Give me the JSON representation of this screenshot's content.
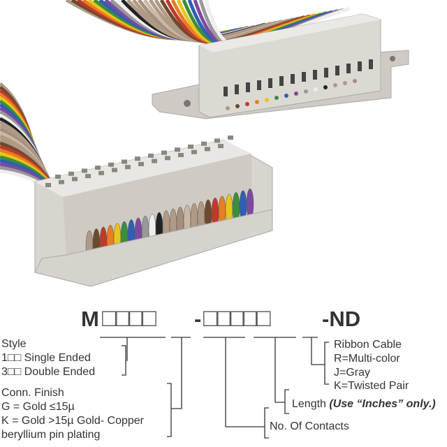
{
  "part_number": {
    "prefix": "M",
    "group1": "□□□□",
    "dash1": "-",
    "group2": "□□□□□",
    "suffix": "-ND"
  },
  "style": {
    "title": "Style",
    "options": [
      "1□□ Single Ended",
      "3□□ Double Ended"
    ]
  },
  "finish": {
    "title": "Conn. Finish",
    "options": [
      "G = Gold ≤15µ",
      "K = Gold >15µ Gold- Copper",
      "beryllium pin plating"
    ]
  },
  "cable": {
    "title": "Ribbon Cable",
    "options": [
      "R=Multi-color",
      "J=Gray",
      "K=Twisted Pair"
    ]
  },
  "length": {
    "label": "Length",
    "note": "(Use “Inches” only.)"
  },
  "contacts": {
    "label": "No. Of Contacts"
  },
  "colors": {
    "connector": "#d8d5cf",
    "cable_gray": "#b7a898",
    "text": "#333333"
  }
}
